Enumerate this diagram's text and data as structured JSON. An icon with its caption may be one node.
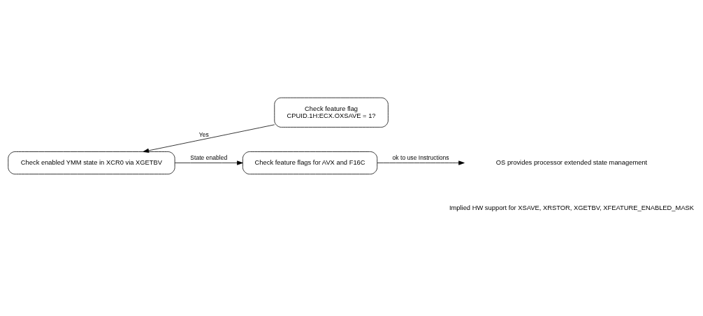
{
  "diagram": {
    "nodes": [
      {
        "text": [
          "Check feature flag",
          "CPUID.1H:ECX.OXSAVE = 1?"
        ]
      },
      {
        "text": [
          "Check enabled YMM state in XCR0 via XGETBV"
        ]
      },
      {
        "text": [
          "Check feature flags for AVX and F16C"
        ]
      }
    ],
    "edges": [
      {
        "from": 0,
        "to": 1,
        "arrow": "to",
        "label": "Yes"
      },
      {
        "from": 1,
        "to": 2,
        "arrow": "to",
        "label": "State enabled"
      },
      {
        "from": 2,
        "to": null,
        "arrow": "to",
        "label": "ok to use Instructions"
      }
    ],
    "labels": [
      "OS provides processor extended state management",
      "Implied HW support for XSAVE, XRSTOR, XGETBV, XFEATURE_ENABLED_MASK"
    ]
  }
}
